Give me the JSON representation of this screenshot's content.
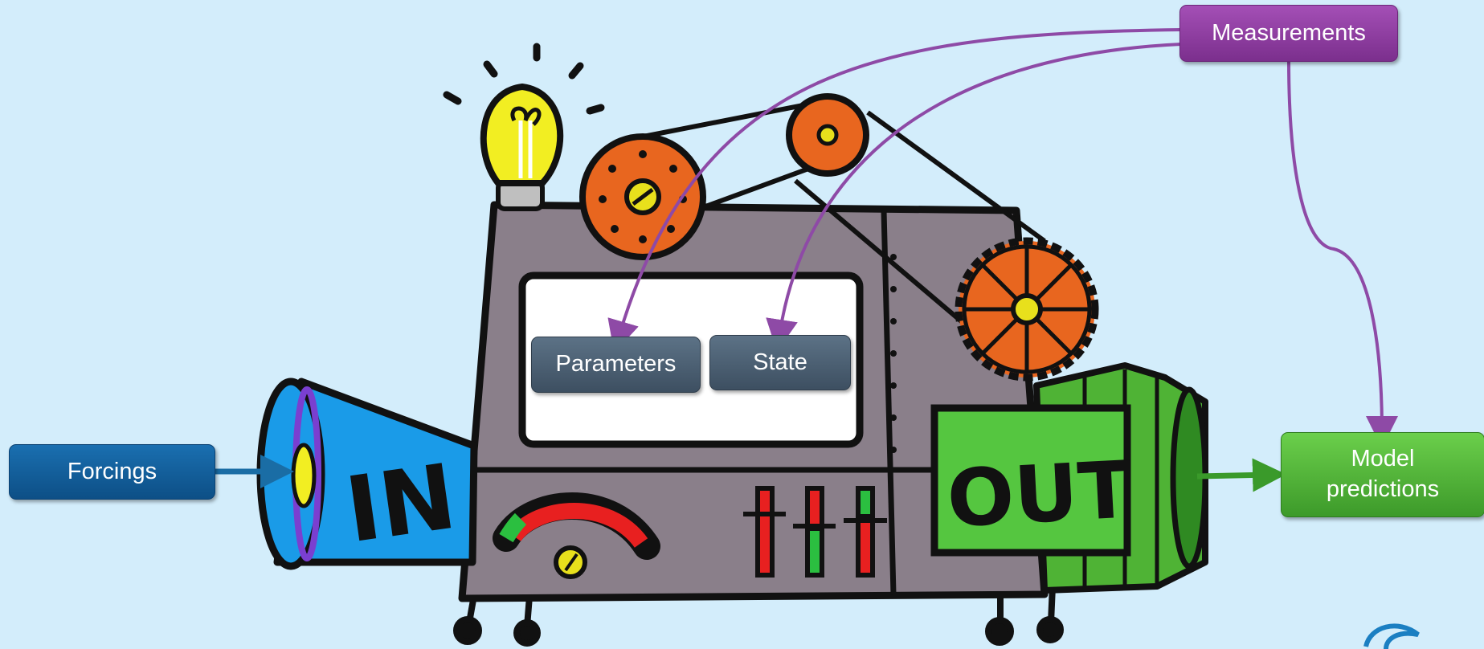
{
  "boxes": {
    "forcings": "Forcings",
    "measurements": "Measurements",
    "model_predictions_line1": "Model",
    "model_predictions_line2": "predictions",
    "parameters": "Parameters",
    "state": "State"
  },
  "machine": {
    "in_label": "IN",
    "out_label": "OUT"
  },
  "colors": {
    "background": "#d3edfb",
    "forcings": "#1565a3",
    "measurements": "#9444a6",
    "model_predictions": "#4fb335",
    "inner_boxes": "#4a5d70",
    "machine_body": "#8a7f8a",
    "gear": "#e8661f",
    "horn": "#1a9be8",
    "out_panel": "#55c640"
  }
}
